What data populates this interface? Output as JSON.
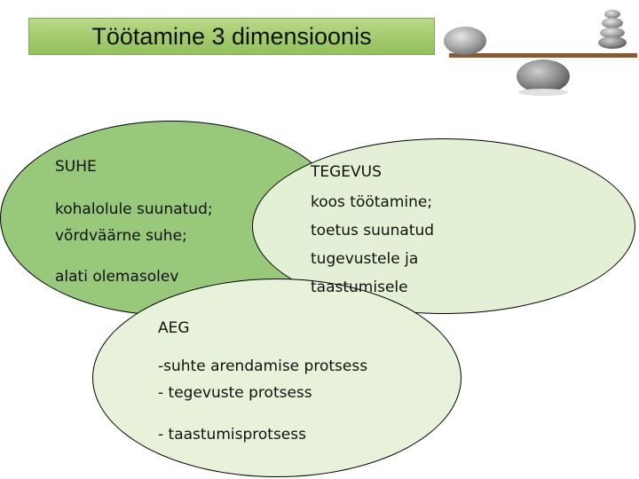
{
  "title": "Töötamine 3 dimensioonis",
  "circles": {
    "suhe": {
      "heading": "SUHE",
      "lines": [
        "kohalolule suunatud;",
        "võrdväärne suhe;"
      ],
      "extra": "alati olemasolev"
    },
    "tegevus": {
      "heading": "TEGEVUS",
      "lines": [
        "koos töötamine;",
        "toetus suunatud",
        "tugevustele ja",
        "taastumisele"
      ]
    },
    "aeg": {
      "heading": "AEG",
      "lines": [
        "-suhte arendamise protsess",
        "- tegevuste protsess"
      ],
      "extra": "- taastumisprotsess"
    }
  },
  "colors": {
    "title_bg": "#a4cc6f",
    "suhe_fill": "#98c97a",
    "tegevus_fill": "#e3f0d5",
    "aeg_fill": "#e8f2da"
  },
  "image": {
    "icon": "balance-stones-icon"
  }
}
